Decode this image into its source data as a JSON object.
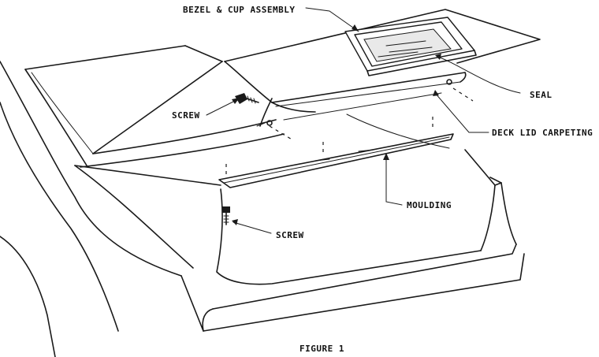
{
  "figure": {
    "caption": "FIGURE 1",
    "labels": {
      "bezel_cup_assembly": "BEZEL & CUP ASSEMBLY",
      "seal": "SEAL",
      "deck_lid_carpeting": "DECK LID CARPETING",
      "moulding": "MOULDING",
      "screw_upper": "SCREW",
      "screw_lower": "SCREW"
    }
  }
}
